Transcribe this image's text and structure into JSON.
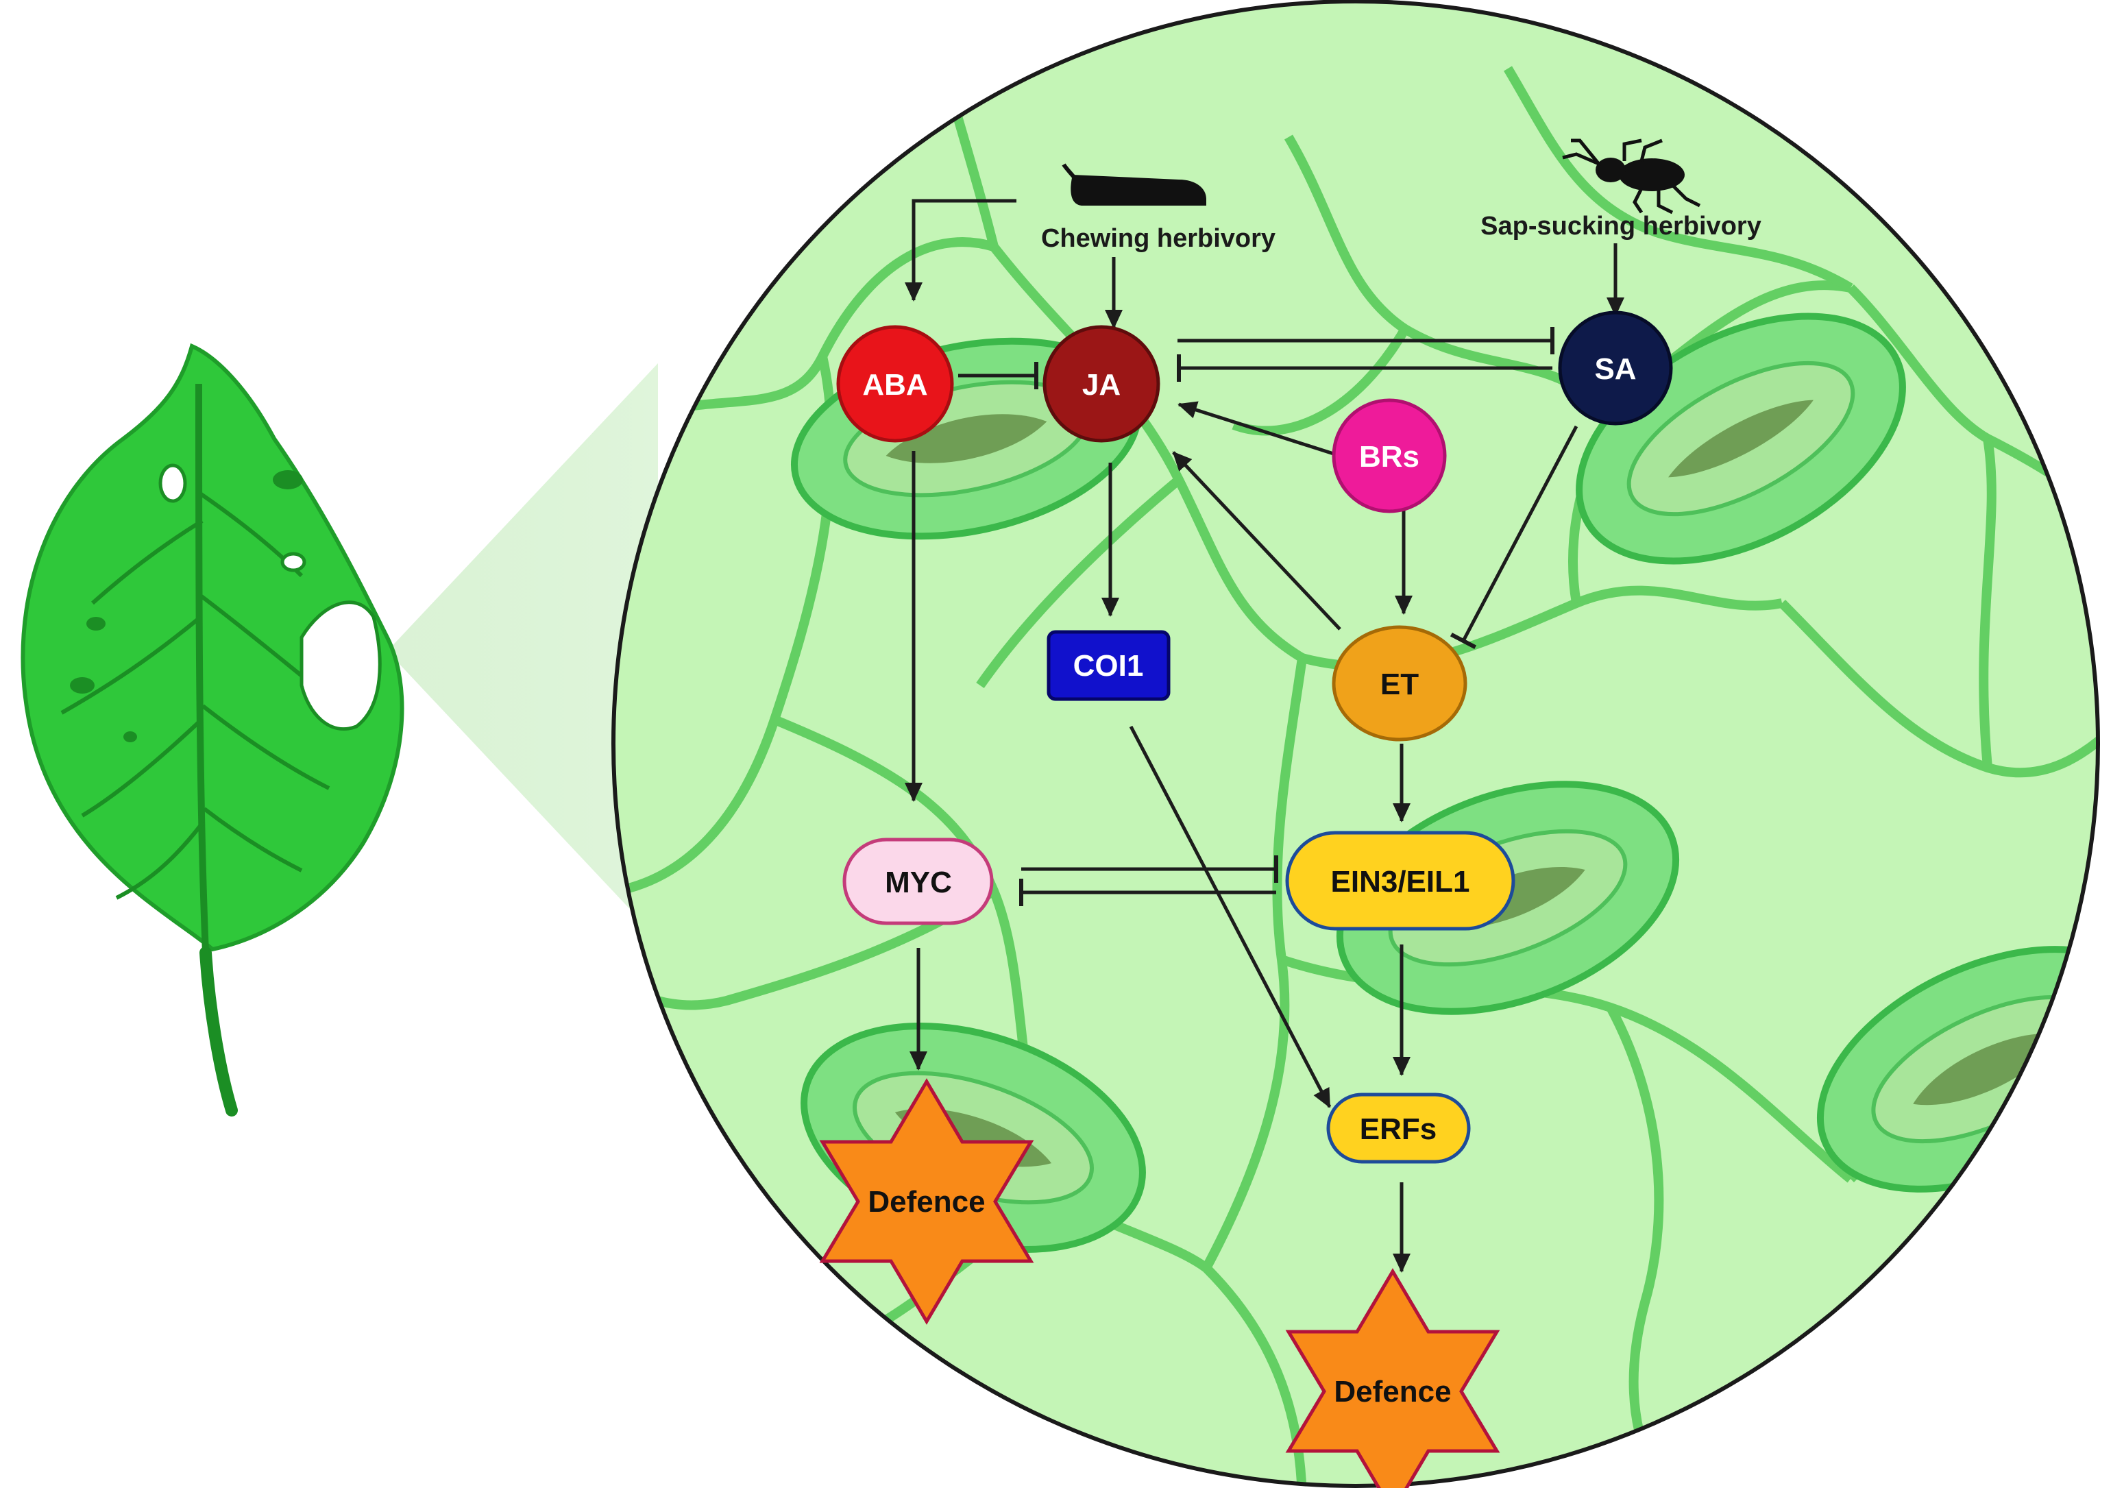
{
  "herbivory": {
    "chewing": "Chewing herbivory",
    "sap_sucking": "Sap-sucking herbivory"
  },
  "nodes": {
    "aba": "ABA",
    "ja": "JA",
    "sa": "SA",
    "brs": "BRs",
    "coi1": "COI1",
    "et": "ET",
    "myc": "MYC",
    "ein3": "EIN3/EIL1",
    "erfs": "ERFs",
    "defence_left": "Defence",
    "defence_right": "Defence"
  },
  "colors": {
    "aba": "#e8141a",
    "ja": "#9b1616",
    "sa": "#0e1a4a",
    "brs": "#ee1b9a",
    "coi1": "#1111cc",
    "et": "#f0a21a",
    "myc": "#fbd8ea",
    "ein3": "#ffd21f",
    "erfs": "#ffd21f",
    "defence": "#f98a18",
    "leaf": "#2fc83a",
    "tissue": "#c4f5b6",
    "cell_wall": "#63cf63"
  },
  "relations": [
    {
      "from": "Chewing herbivory",
      "to": "ABA",
      "type": "activates"
    },
    {
      "from": "Chewing herbivory",
      "to": "JA",
      "type": "activates"
    },
    {
      "from": "Sap-sucking herbivory",
      "to": "SA",
      "type": "activates"
    },
    {
      "from": "ABA",
      "to": "JA",
      "type": "inhibits"
    },
    {
      "from": "JA",
      "to": "SA",
      "type": "inhibits"
    },
    {
      "from": "SA",
      "to": "JA",
      "type": "inhibits"
    },
    {
      "from": "BRs",
      "to": "JA",
      "type": "activates"
    },
    {
      "from": "BRs",
      "to": "ET",
      "type": "activates"
    },
    {
      "from": "SA",
      "to": "ET",
      "type": "inhibits"
    },
    {
      "from": "ET",
      "to": "JA",
      "type": "activates"
    },
    {
      "from": "JA",
      "to": "COI1",
      "type": "activates"
    },
    {
      "from": "ABA",
      "to": "MYC",
      "type": "activates"
    },
    {
      "from": "ET",
      "to": "EIN3/EIL1",
      "type": "activates"
    },
    {
      "from": "MYC",
      "to": "EIN3/EIL1",
      "type": "inhibits"
    },
    {
      "from": "EIN3/EIL1",
      "to": "MYC",
      "type": "inhibits"
    },
    {
      "from": "COI1",
      "to": "ERFs",
      "type": "activates"
    },
    {
      "from": "EIN3/EIL1",
      "to": "ERFs",
      "type": "activates"
    },
    {
      "from": "MYC",
      "to": "Defence",
      "type": "activates"
    },
    {
      "from": "ERFs",
      "to": "Defence",
      "type": "activates"
    }
  ]
}
